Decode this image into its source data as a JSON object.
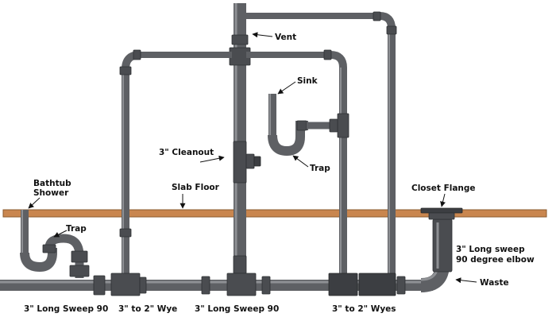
{
  "colors": {
    "pipe": "#5e6064",
    "pipe_highlight": "#8e9094",
    "fitting": "#4a4c50",
    "slab": "#c9864f",
    "slab_edge": "#8a5a2e",
    "label": "#111111"
  },
  "labels": {
    "vent": "Vent",
    "sink": "Sink",
    "trap_sink": "Trap",
    "cleanout": "3\" Cleanout",
    "slab_floor": "Slab Floor",
    "bathtub_line1": "Bathtub",
    "bathtub_line2": "Shower",
    "trap_tub": "Trap",
    "closet_flange": "Closet Flange",
    "long_sweep_elbow_line1": "3\" Long sweep",
    "long_sweep_elbow_line2": "90 degree elbow",
    "waste": "Waste",
    "bottom_long_sweep_left": "3\" Long Sweep 90",
    "bottom_wye": "3\" to 2\" Wye",
    "bottom_long_sweep_center": "3\" Long Sweep 90",
    "bottom_wyes": "3\" to 2\" Wyes"
  }
}
